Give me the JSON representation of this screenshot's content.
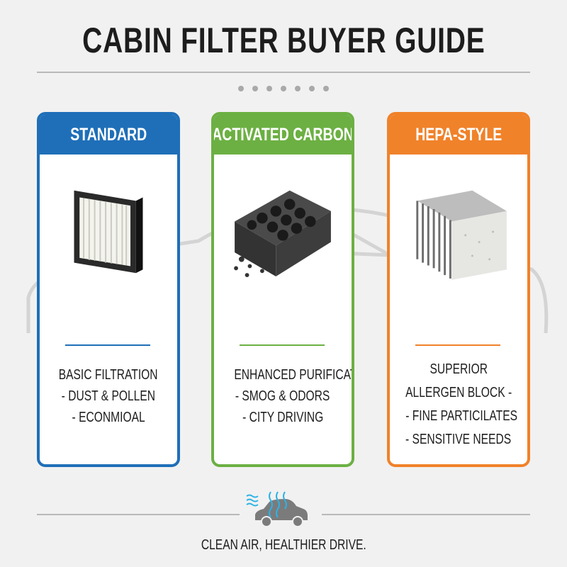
{
  "title": "CABIN FILTER BUYER GUIDE",
  "colors": {
    "standard": "#1f6fb8",
    "carbon": "#6cb043",
    "hepa": "#f0822a",
    "text": "#1d1d1d",
    "air": "#2bb3e6"
  },
  "cards": [
    {
      "header": "STANDARD",
      "icon": "pleated-filter-icon",
      "lines": [
        "BASIC FILTRATION",
        "- DUST & POLLEN",
        "- ECONMIOAL"
      ]
    },
    {
      "header": "ACTIVATED CARBON",
      "icon": "carbon-honeycomb-filter-icon",
      "lines": [
        "ENHANCED PURIFICATION",
        "- SMOG & ODORS",
        "- CITY DRIVING"
      ]
    },
    {
      "header": "HEPA-STYLE",
      "icon": "hepa-pleated-filter-icon",
      "lines": [
        "SUPERIOR",
        "ALLERGEN BLOCK -",
        "- FINE PARTICILATES",
        "- SENSITIVE NEEDS"
      ]
    }
  ],
  "footer": {
    "tagline": "CLEAN AIR, HEALTHIER DRIVE.",
    "icon": "car-clean-air-icon"
  }
}
